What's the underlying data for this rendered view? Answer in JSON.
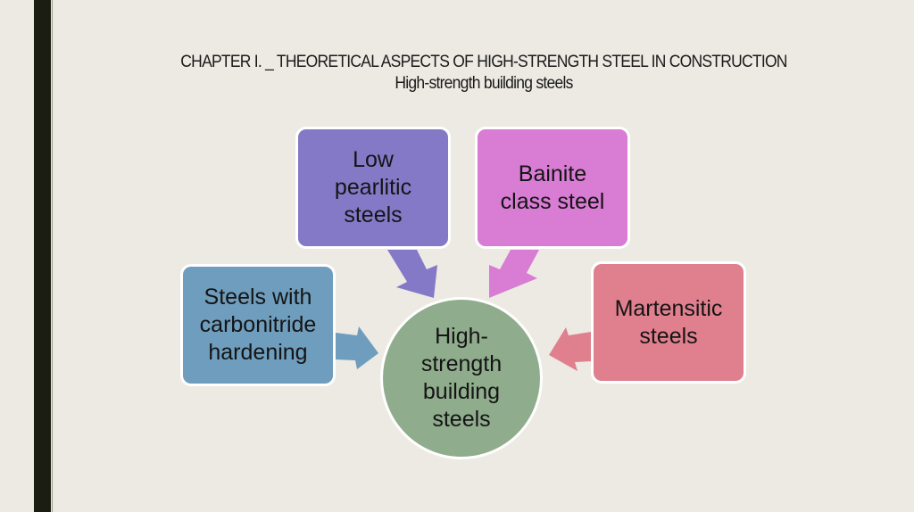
{
  "slide": {
    "title_line1": "CHAPTER I. _ THEORETICAL ASPECTS OF HIGH-STRENGTH STEEL IN CONSTRUCTION",
    "title_line2": "High-strength building steels"
  },
  "diagram": {
    "center": {
      "lines": [
        "High-",
        "strength",
        "building",
        "steels"
      ],
      "color": "#8fac8c"
    },
    "nodes": [
      {
        "id": "low-pearlitic",
        "lines": [
          "Low",
          "pearlitic",
          "steels"
        ],
        "color": "#8479c7"
      },
      {
        "id": "bainite",
        "lines": [
          "Bainite",
          "class steel"
        ],
        "color": "#d87cd4"
      },
      {
        "id": "carbonitride",
        "lines": [
          "Steels with",
          "carbonitride",
          "hardening"
        ],
        "color": "#6f9dbd"
      },
      {
        "id": "martensitic",
        "lines": [
          "Martensitic",
          "steels"
        ],
        "color": "#e0808f"
      }
    ]
  },
  "colors": {
    "background": "#edeae3",
    "accent_bar": "#1c1d12"
  }
}
